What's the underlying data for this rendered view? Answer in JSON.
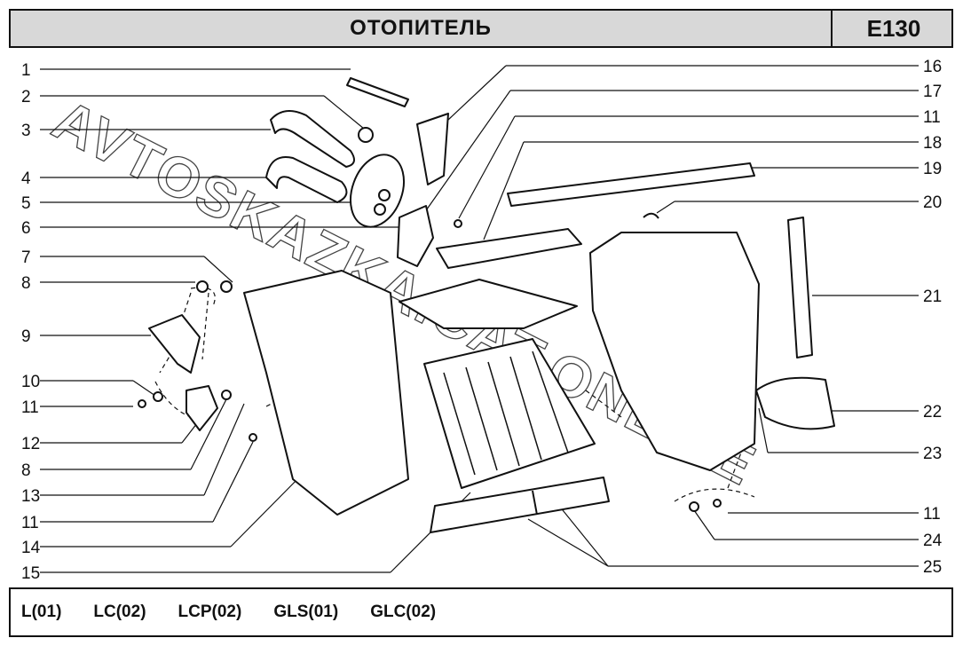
{
  "header": {
    "title": "ОТОПИТЕЛЬ",
    "code": "E130"
  },
  "callouts": {
    "left": [
      "1",
      "2",
      "3",
      "4",
      "5",
      "6",
      "7",
      "8",
      "9",
      "10",
      "11",
      "12",
      "8",
      "13",
      "11",
      "14",
      "15"
    ],
    "right": [
      "16",
      "17",
      "11",
      "18",
      "19",
      "20",
      "21",
      "22",
      "23",
      "11",
      "24",
      "25"
    ]
  },
  "watermark": "AVTOSKAZKA.CAT.ONLINE",
  "footer": {
    "models": [
      "L(01)",
      "LC(02)",
      "LCP(02)",
      "GLS(01)",
      "GLC(02)"
    ]
  }
}
